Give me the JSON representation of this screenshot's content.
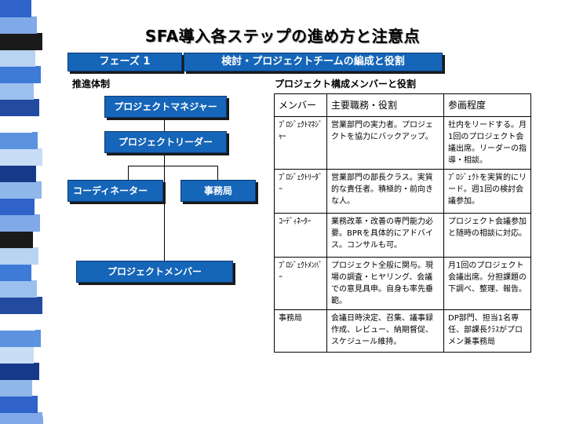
{
  "title": "SFA導入各ステップの進め方と注意点",
  "phase_bar": "フェーズ 1",
  "topic_bar": "検討・プロジェクトチームの編成と役割",
  "left_section": "推進体制",
  "right_section": "プロジェクト構成メンバーと役割",
  "org": {
    "manager": "プロジェクトマネジャー",
    "leader": "プロジェクトリーダー",
    "coordinator": "コーディネーター",
    "office": "事務局",
    "member": "プロジェクトメンバー"
  },
  "table": {
    "headers": [
      "メンバー",
      "主要職務・役割",
      "参画程度"
    ],
    "rows": [
      {
        "member": "ﾌﾟﾛｼﾞｪｸﾄﾏﾈｼﾞｬｰ",
        "role": "営業部門の実力者。プロジェクトを協力にバックアップ。",
        "involvement": "社内をリードする。月1回のプロジェクト会議出席。リーダーの指導・相談。"
      },
      {
        "member": "ﾌﾟﾛｼﾞｪｸﾄﾘｰﾀﾞｰ",
        "role": "営業部門の部長クラス。実質的な責任者。積極的・前向きな人。",
        "involvement": "ﾌﾟﾛｼﾞｪｸﾄを実質的にリード。週1回の検討会議参加。"
      },
      {
        "member": "ｺｰﾃﾞｨﾈｰﾀｰ",
        "role": "業務改革・改善の専門能力必要。BPRを具体的にアドバイス。コンサルも可。",
        "involvement": "プロジェクト会議参加と随時の相談に対応。"
      },
      {
        "member": "ﾌﾟﾛｼﾞｪｸﾄﾒﾝﾊﾞｰ",
        "role": "プロジェクト全般に関与。現場の調査・ヒヤリング、会議での意見具申。自身も率先垂範。",
        "involvement": "月1回のプロジェクト会議出席。分担課題の下調べ、整理、報告。"
      },
      {
        "member": "事務局",
        "role": "会議日時決定、召集、議事録作成、レビュー、納期督促、スケジュール維持。",
        "involvement": "DP部門、担当1名専任、部課長ｸﾗｽがプロメン兼事務局"
      }
    ]
  },
  "colors": {
    "accent": "#1565b8",
    "shadow": "#1a1a1a"
  }
}
